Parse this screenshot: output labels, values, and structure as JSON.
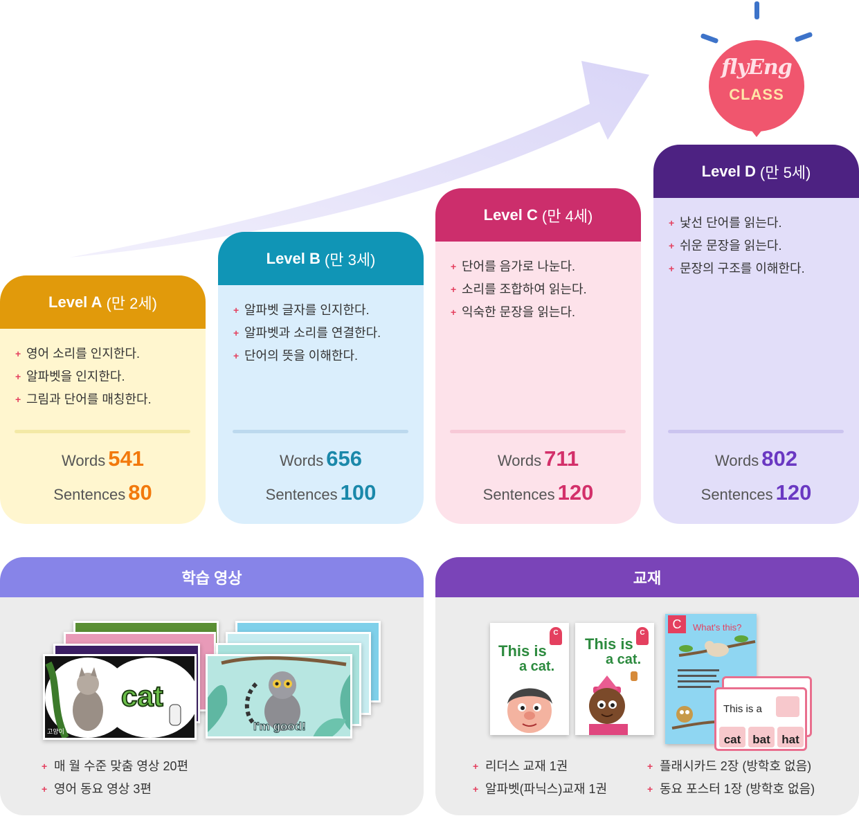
{
  "badge": {
    "brand": "flyEng",
    "subtitle": "CLASS",
    "color": "#f0566e"
  },
  "levels": [
    {
      "name": "Level A",
      "age": "(만 2세)",
      "head_color": "#e19a0b",
      "body_color": "#fff6cf",
      "divider_color": "#f3e9a6",
      "accent": "#f2790c",
      "skills": [
        "영어 소리를 인지한다.",
        "알파벳을 인지한다.",
        "그림과 단어를 매칭한다."
      ],
      "words_label": "Words",
      "words": "541",
      "sentences_label": "Sentences",
      "sentences": "80"
    },
    {
      "name": "Level B",
      "age": "(만 3세)",
      "head_color": "#1095b6",
      "body_color": "#daeefc",
      "divider_color": "#bcd9ee",
      "accent": "#1a88aa",
      "skills": [
        "알파벳 글자를 인지한다.",
        "알파벳과 소리를 연결한다.",
        "단어의 뜻을 이해한다."
      ],
      "words_label": "Words",
      "words": "656",
      "sentences_label": "Sentences",
      "sentences": "100"
    },
    {
      "name": "Level C",
      "age": "(만 4세)",
      "head_color": "#cc2e6c",
      "body_color": "#fde2ea",
      "divider_color": "#f7c9d7",
      "accent": "#d3306a",
      "skills": [
        "단어를 음가로 나눈다.",
        "소리를 조합하여 읽는다.",
        "익숙한 문장을 읽는다."
      ],
      "words_label": "Words",
      "words": "711",
      "sentences_label": "Sentences",
      "sentences": "120"
    },
    {
      "name": "Level D",
      "age": "(만 5세)",
      "head_color": "#4d2282",
      "body_color": "#e2def9",
      "divider_color": "#cbc4ef",
      "accent": "#6a38c2",
      "skills": [
        "낯선 단어를 읽는다.",
        "쉬운 문장을 읽는다.",
        "문장의 구조를 이해한다."
      ],
      "words_label": "Words",
      "words": "802",
      "sentences_label": "Sentences",
      "sentences": "120"
    }
  ],
  "videos": {
    "title": "학습 영상",
    "head_color": "#8784e8",
    "thumb_word": "cat",
    "thumb_caption": "고양이",
    "thumb_phrase": "I'm good!",
    "items": [
      "매 월 수준 맞춤 영상 20편",
      "영어 동요 영상 3편"
    ]
  },
  "materials": {
    "title": "교재",
    "head_color": "#7a44b8",
    "book_title_1": "This is",
    "book_title_2": "a cat.",
    "book_level": "C",
    "poster_title": "What's this?",
    "flashcard_text": "This is a",
    "flashcard_words": [
      "cat",
      "bat",
      "hat"
    ],
    "items_left": [
      "리더스 교재 1권",
      "알파벳(파닉스)교재 1권"
    ],
    "items_right": [
      "플래시카드 2장 (방학호 없음)",
      "동요 포스터 1장 (방학호 없음)"
    ]
  }
}
